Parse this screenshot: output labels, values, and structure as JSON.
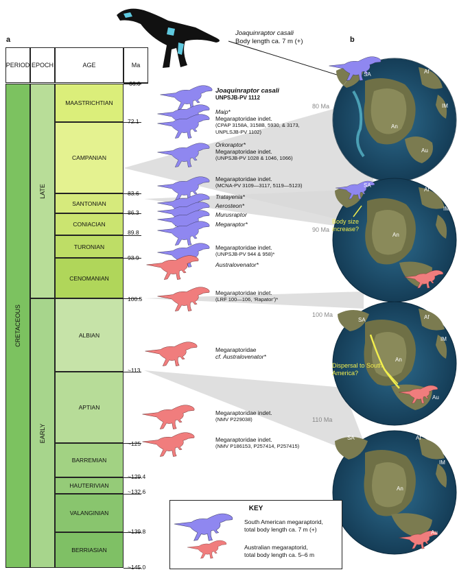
{
  "panel_a_label": "a",
  "panel_b_label": "b",
  "headers": {
    "period": "PERIOD",
    "epoch": "EPOCH",
    "age": "AGE",
    "ma": "Ma"
  },
  "period": "CRETACEOUS",
  "epochs": {
    "late": "LATE",
    "early": "EARLY"
  },
  "ages": [
    "MAASTRICHTIAN",
    "CAMPANIAN",
    "SANTONIAN",
    "CONIACIAN",
    "TURONIAN",
    "CENOMANIAN",
    "ALBIAN",
    "APTIAN",
    "BARREMIAN",
    "HAUTERIVIAN",
    "VALANGINIAN",
    "BERRIASIAN"
  ],
  "ma_ticks": [
    "66.0",
    "72.1",
    "83.6",
    "86.3",
    "89.8",
    "93.9",
    "100.5",
    "~113",
    "~125",
    "~129.4",
    "~132.6",
    "~139.8",
    "~145.0"
  ],
  "skeleton": {
    "name": "Joaquinraptor casali",
    "size": "Body length ca. 7 m (+)"
  },
  "entries": {
    "e1_title": "Joaquinraptor casali",
    "e1_sub": "UNPSJB-PV 1112",
    "e2_title": "Maip*",
    "e2_l1": "Megaraptoridae indet.",
    "e2_l2": "(CPAP 3158A, 3158B, 5930, & 3173,",
    "e2_l3": "UNPLSJB-PV 1102)",
    "e3_title": "Orkoraptor*",
    "e3_l1": "Megaraptoridae indet.",
    "e3_l2": "(UNPSJB-PV 1028 & 1046, 1066)",
    "e4_l1": "Megaraptoridae indet.",
    "e4_l2": "(MCNA-PV 3109—3117, 5119—5123)",
    "e5": "Tratayenia*",
    "e6": "Aerosteon*",
    "e7": "Murusraptor",
    "e8": "Megaraptor*",
    "e9_l1": "Megaraptoridae indet.",
    "e9_l2": "(UNPSJB-PV 944 & 958)*",
    "e10": "Australovenator*",
    "e11_l1": "Megaraptoridae indet.",
    "e11_l2": "(LRF 100—106, ‘Rapator’)*",
    "e12_l1": "Megaraptoridae",
    "e12_l2": "cf. Australovenator*",
    "e13_l1": "Megaraptoridae indet.",
    "e13_l2": "(NMV P229038)",
    "e14_l1": "Megaraptoridae indet.",
    "e14_l2": "(NMV P186153, P257414, P257415)"
  },
  "globes": [
    {
      "age": "80 Ma"
    },
    {
      "age": "90 Ma",
      "note": "Body size increase?"
    },
    {
      "age": "100 Ma",
      "note": "Dispersal to South America?"
    },
    {
      "age": "110 Ma"
    }
  ],
  "continents": {
    "sa": "SA",
    "af": "Af",
    "im": "IM",
    "an": "An",
    "au": "Au"
  },
  "key": {
    "title": "KEY",
    "sa_l1": "South American megaraptorid,",
    "sa_l2": "total body length ca. 7 m (+)",
    "au_l1": "Australian megaraptorid,",
    "au_l2": "total body length ca. 5–6 m"
  },
  "colors": {
    "south_american": "#8f87f0",
    "australian": "#f07d7d",
    "late": "#b8dd98",
    "early": "#a7d58c",
    "period": "#7cc260",
    "ocean": "#1f4f6e",
    "shelf": "#5fc4d6",
    "land": "#7a7a4e"
  }
}
